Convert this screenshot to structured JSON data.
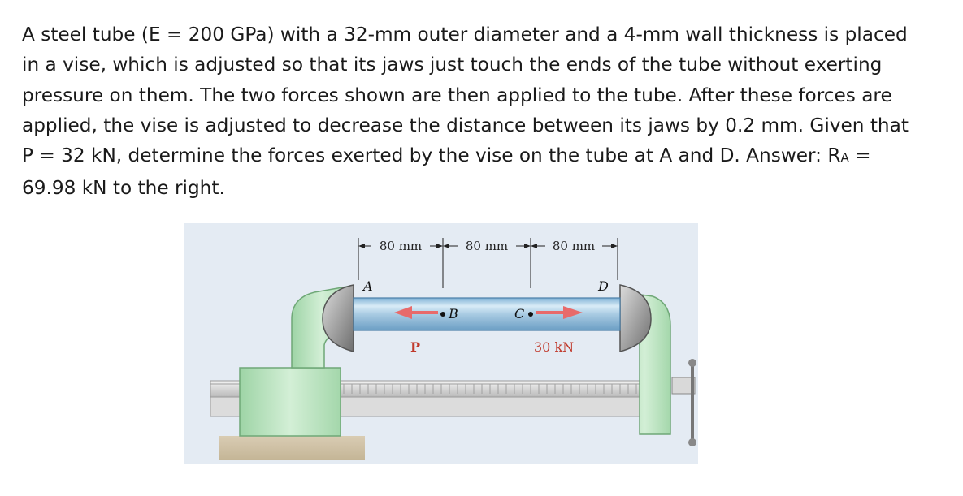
{
  "problem": {
    "lines": [
      "A steel tube (E = 200 GPa) with a 32-mm outer diameter and a 4-mm wall thickness is placed",
      "in a vise, which is adjusted so that its jaws just touch the ends of the tube without exerting",
      "pressure on them. The two forces shown are then applied to the tube. After these forces are",
      "applied, the vise is adjusted to decrease the distance between its jaws by 0.2 mm. Given that",
      "P = 32 kN, determine the forces exerted by the vise on the tube at A and D. Answer: R",
      "69.98 kN to the right."
    ],
    "subscript_A": "A",
    "answer_tail": " ="
  },
  "figure": {
    "dimensions": [
      "80 mm",
      "80 mm",
      "80 mm"
    ],
    "points": {
      "A": "A",
      "B": "B",
      "C": "C",
      "D": "D"
    },
    "forces": {
      "P": "P",
      "C_force": "30 kN"
    },
    "colors": {
      "panel_background": "#e4ebf3",
      "tube": "#a9cbe3",
      "vise": "#bfe3c3",
      "force_arrow": "#e86a6a",
      "jaw": "#a8a8a8"
    }
  }
}
